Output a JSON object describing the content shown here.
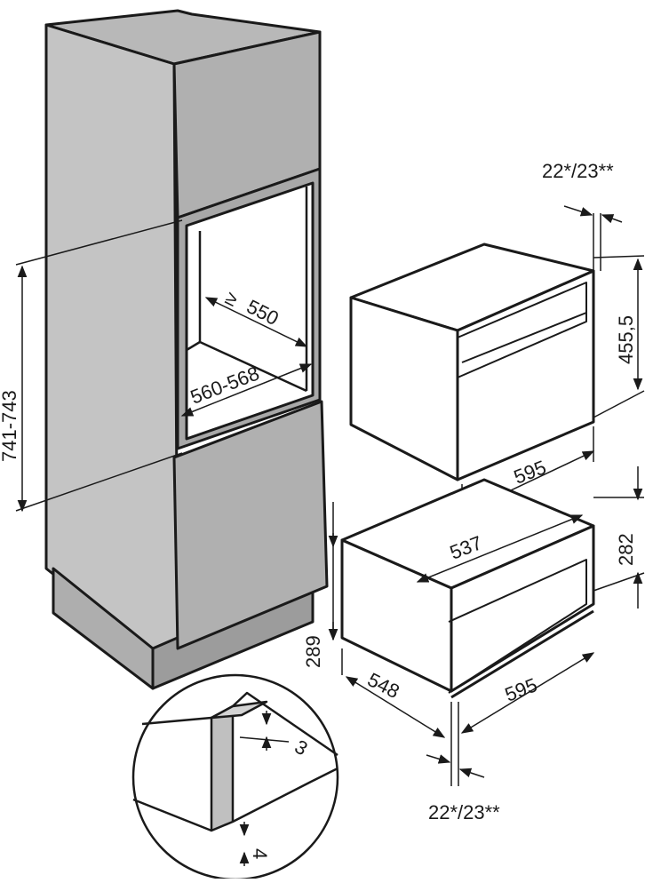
{
  "colors": {
    "panel_light": "#c9c9c9",
    "panel_mid": "#b2b2b2",
    "panel_dark": "#a3a3a3",
    "appliance_fill": "#ffffff",
    "outline": "#1a1a1a",
    "dim_line": "#1a1a1a"
  },
  "dimensions": {
    "cabinet_height": "741-743",
    "niche_depth": "550",
    "niche_depth_prefix": "≥",
    "niche_width": "560-568",
    "oven_height": "455,5",
    "oven_width": "595",
    "oven_depth": "537",
    "front_offset_top": "22*/23**",
    "drawer_height": "282",
    "drawer_niche_height": "289",
    "drawer_depth": "548",
    "drawer_width": "595",
    "front_offset_bottom": "22*/23**",
    "detail_gap": "3",
    "detail_offset": "4"
  }
}
